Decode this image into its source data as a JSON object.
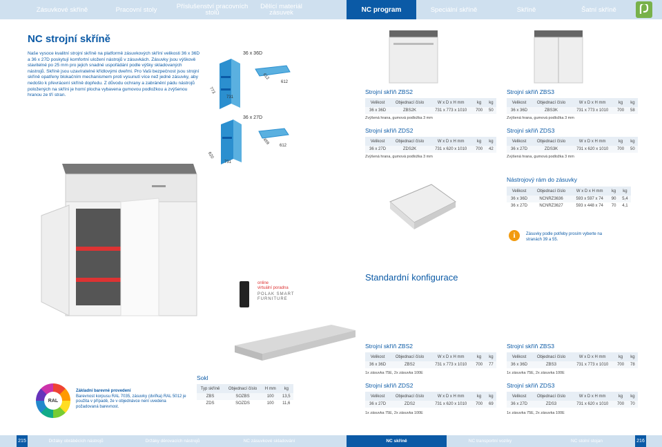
{
  "nav": {
    "tabs": [
      "Zásuvkové skříně",
      "Pracovní stoly",
      "Příslušenství pracovních stolů",
      "Dělící materiál zásuvek",
      "NC program",
      "Speciální skříně",
      "Skříně",
      "Šatní skříně"
    ]
  },
  "page": {
    "title": "NC strojní skříně",
    "intro": "Naše vysoce kvalitní strojní skříně na platformě zásuvkových skříní velikosti 36 x 36D a 36 x 27D poskytují komfortní uložení nástrojů v zásuvkách. Zásuvky jsou výškově stavitelné po 25 mm pro jejich snadné uspořádání podle výšky skladovaných nástrojů. Skříně jsou uzavíratelné křídlovými dveřmi. Pro Vaši bezpečnost jsou strojní skříně opatřeny blokačním mechanismem proti vysunutí více než jedné zásuvky, aby nedošlo k převrácení skříně dopředu. Z důvodu ochrany a zabránění pádu nástrojů položených na skříni je horní plocha vybavena gumovou podložkou a zvýšenou hranou ze tří stran."
  },
  "diagram": {
    "label1": "36 x 36D",
    "label2": "36 x 27D",
    "d1": [
      "773",
      "731",
      "612",
      "612"
    ],
    "d2": [
      "620",
      "731",
      "459",
      "612"
    ]
  },
  "headers": [
    "Velikost",
    "Objednací číslo",
    "W x D x H mm",
    "kg",
    "kg"
  ],
  "zbs2": {
    "title": "Strojní skříň ZBS2",
    "row": [
      "36 x 36D",
      "ZBS2K",
      "731 x 773 x 1010",
      "700",
      "50"
    ],
    "note": "Zvýšená hrana, gumová podložka 3 mm"
  },
  "zbs3": {
    "title": "Strojní skříň ZBS3",
    "row": [
      "36 x 36D",
      "ZBS3K",
      "731 x 773 x 1010",
      "700",
      "58"
    ],
    "note": "Zvýšená hrana, gumová podložka 3 mm"
  },
  "zds2": {
    "title": "Strojní skříň ZDS2",
    "row": [
      "36 x 27D",
      "ZDS2K",
      "731 x 620 x 1010",
      "700",
      "42"
    ],
    "note": "Zvýšená hrana, gumová podložka 3 mm"
  },
  "zds3": {
    "title": "Strojní skříň ZDS3",
    "row": [
      "36 x 27D",
      "ZDS3K",
      "731 x 620 x 1010",
      "700",
      "50"
    ],
    "note": "Zvýšená hrana, gumová podložka 3 mm"
  },
  "frame": {
    "title": "Nástrojový rám do zásuvky",
    "rows": [
      [
        "36 x 36D",
        "NCNRZ3636",
        "593 x 597 x 74",
        "90",
        "5,4"
      ],
      [
        "36 x 27D",
        "NCNRZ3627",
        "593 x 448 x 74",
        "70",
        "4,1"
      ]
    ]
  },
  "info": "Zásuvky podle potřeby prosím vyberte na stranách 39 a 55.",
  "std": {
    "title": "Standardní konfigurace",
    "zbs2": {
      "title": "Strojní skříň ZBS2",
      "row": [
        "36 x 36D",
        "ZBS2",
        "731 x 773 x 1010",
        "700",
        "77"
      ],
      "note": "1x zásuvka 75E, 2x zásuvka 100E"
    },
    "zbs3": {
      "title": "Strojní skříň ZBS3",
      "row": [
        "36 x 36D",
        "ZBS3",
        "731 x 773 x 1010",
        "700",
        "78"
      ],
      "note": "1x zásuvka 75E, 2x zásuvka 100E"
    },
    "zds2": {
      "title": "Strojní skříň ZDS2",
      "row": [
        "36 x 27D",
        "ZDS2",
        "731 x 620 x 1010",
        "700",
        "69"
      ],
      "note": "1x zásuvka 75E, 2x zásuvka 100E"
    },
    "zds3": {
      "title": "Strojní skříň ZDS3",
      "row": [
        "36 x 27D",
        "ZDS3",
        "731 x 620 x 1010",
        "700",
        "70"
      ],
      "note": "1x zásuvka 75E, 2x zásuvka 100E"
    }
  },
  "sokl": {
    "title": "Sokl",
    "headers": [
      "Typ skříně",
      "Objednací číslo",
      "H mm",
      "kg"
    ],
    "rows": [
      [
        "ZBS",
        "SOZBS",
        "100",
        "13,5"
      ],
      [
        "ZDS",
        "SOZDS",
        "100",
        "11,6"
      ]
    ]
  },
  "colors": {
    "title": "Základní barevné provedení",
    "text": "Barevnost korpusu RAL 7035, zásuvky (dvířka) RAL 5012 je použita v případě, že v objednávce není uvedena požadovaná barevnost.",
    "ral": "RAL"
  },
  "adv": {
    "l1": "online",
    "l2": "virtuální poradna",
    "l3": "POLAK SMART",
    "l4": "FURNITURE"
  },
  "footer": {
    "pl": "215",
    "pr": "216",
    "items": [
      "Držáky obráběcích nástrojů",
      "Držáky děrovacích nástrojů",
      "NC zásuvkové skladování",
      "NC skříně",
      "NC transportní vozíky",
      "NC stolní stojan"
    ]
  }
}
